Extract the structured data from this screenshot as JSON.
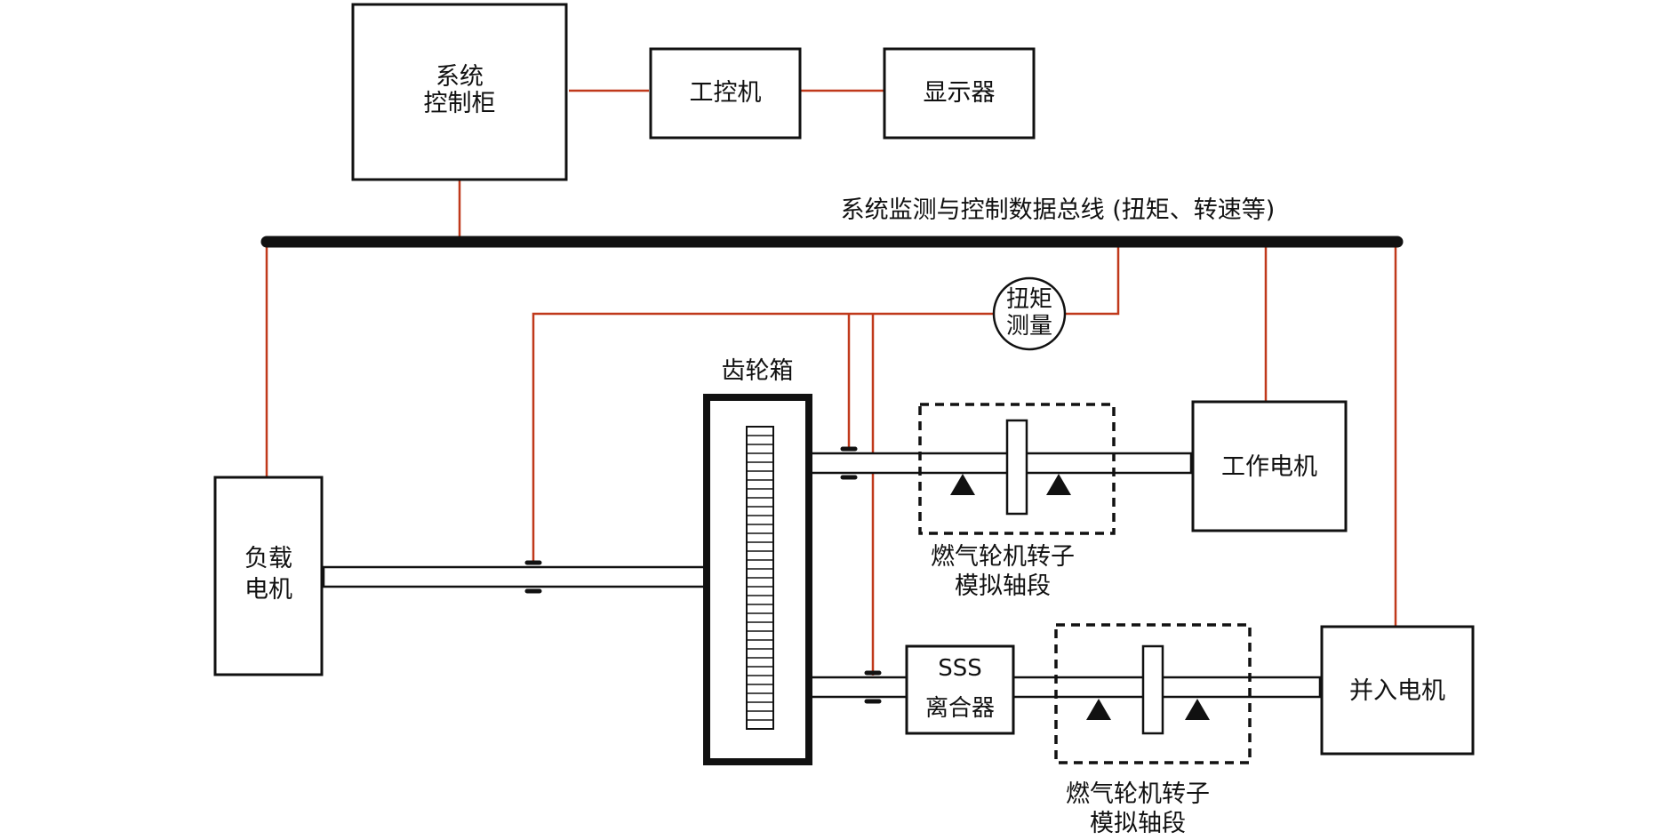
{
  "colors": {
    "wire": "#c0391b",
    "line": "#111111",
    "background": "#ffffff"
  },
  "nodes": {
    "system_cabinet": {
      "line1": "系统",
      "line2": "控制柜"
    },
    "ipc": "工控机",
    "display": "显示器",
    "bus_label": "系统监测与控制数据总线 (扭矩、转速等)",
    "torque_measure": {
      "line1": "扭矩",
      "line2": "测量"
    },
    "gearbox": "齿轮箱",
    "load_motor": {
      "line1": "负载",
      "line2": "电机"
    },
    "work_motor": "工作电机",
    "rotor_segment_upper": {
      "line1": "燃气轮机转子",
      "line2": "模拟轴段"
    },
    "sss_clutch": {
      "line1": "SSS",
      "line2": "离合器"
    },
    "rotor_segment_lower": {
      "line1": "燃气轮机转子",
      "line2": "模拟轴段"
    },
    "grid_motor": "并入电机"
  }
}
